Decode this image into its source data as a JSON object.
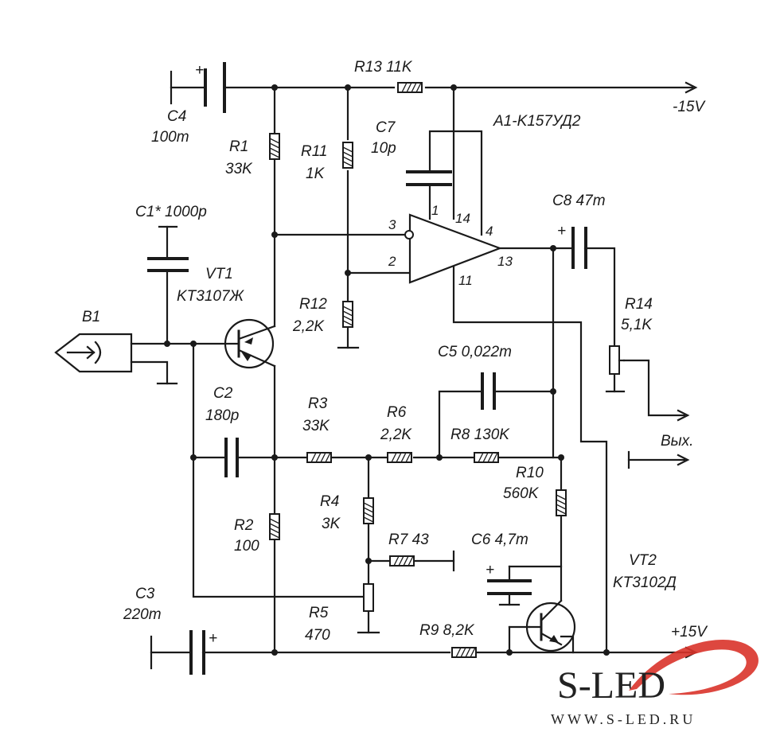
{
  "labels": {
    "c4_name": "C4",
    "c4_value": "100m",
    "r13": "R13 11K",
    "minus15": "-15V",
    "a1": "A1-K157УД2",
    "r1_name": "R1",
    "r1_value": "33K",
    "r11_name": "R11",
    "r11_value": "1K",
    "c7_name": "C7",
    "c7_value": "10p",
    "c1": "C1* 1000p",
    "c8": "C8 47m",
    "vt1_name": "VT1",
    "vt1_type": "KT3107Ж",
    "r12_name": "R12",
    "r12_value": "2,2K",
    "r14_name": "R14",
    "r14_value": "5,1K",
    "b1": "B1",
    "c5": "C5 0,022m",
    "c2_name": "C2",
    "c2_value": "180p",
    "r3_name": "R3",
    "r3_value": "33K",
    "r6_name": "R6",
    "r6_value": "2,2K",
    "r8": "R8 130K",
    "r10_name": "R10",
    "r10_value": "560K",
    "out": "Вых.",
    "r4_name": "R4",
    "r4_value": "3K",
    "r7": "R7 43",
    "c6": "C6 4,7m",
    "r2_name": "R2",
    "r2_value": "100",
    "vt2_name": "VT2",
    "vt2_type": "KT3102Д",
    "c3_name": "C3",
    "c3_value": "220m",
    "r5_name": "R5",
    "r5_value": "470",
    "r9": "R9 8,2K",
    "plus15": "+15V"
  },
  "pins": {
    "p1": "1",
    "p14": "14",
    "p4": "4",
    "p3": "3",
    "p2": "2",
    "p13": "13",
    "p11": "11",
    "c4_plus": "+",
    "c8_plus": "+",
    "c6_plus": "+",
    "c3_plus": "+"
  },
  "logo": {
    "main": "S-LED",
    "sub": "WWW.S-LED.RU",
    "accent_color": "#d9332a"
  }
}
